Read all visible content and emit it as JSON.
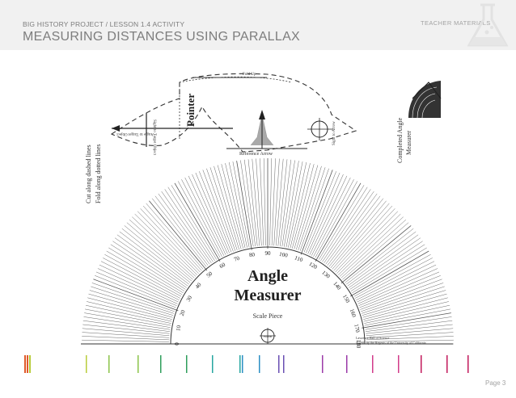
{
  "header": {
    "breadcrumb": "BIG HISTORY PROJECT / LESSON 1.4 ACTIVITY",
    "title": "MEASURING DISTANCES USING PARALLAX",
    "badge": "TEACHER MATERIALS",
    "icon": "flask-icon"
  },
  "diagram": {
    "instructions": [
      "Cut along dashed lines",
      "Fold along dotted lines"
    ],
    "pointer_label": "Pointer",
    "fold_up_label": "Fold Up",
    "sight_label_1": "Sight to Target Object",
    "sight_label_2": "Angle to Target Object",
    "sight_label_3": "Sight to Arrow",
    "reference_arrow": "Reference Arrow",
    "completed_label_1": "Completed Angle",
    "completed_label_2": "Measurer",
    "title_1": "Angle",
    "title_2": "Measurer",
    "scale_piece": "Scale Piece",
    "pivot_label": "Fulcrum",
    "credit_1": "Lawrence Hall of Science",
    "credit_2": "© 1982 by the Regents of the University of California",
    "scale_labels": [
      "0",
      "10",
      "20",
      "30",
      "40",
      "50",
      "60",
      "70",
      "80",
      "90",
      "100",
      "110",
      "120",
      "130",
      "140",
      "150",
      "160",
      "170",
      "180"
    ]
  },
  "footer": {
    "page": "Page 3",
    "colors": [
      "#e05a2b",
      "#b8cc3a",
      "#8bc34a",
      "#2e9e5b",
      "#26a6a0",
      "#2b8fc4",
      "#6a4fb3",
      "#9b3aa8",
      "#d23b8a",
      "#c2185b"
    ]
  }
}
